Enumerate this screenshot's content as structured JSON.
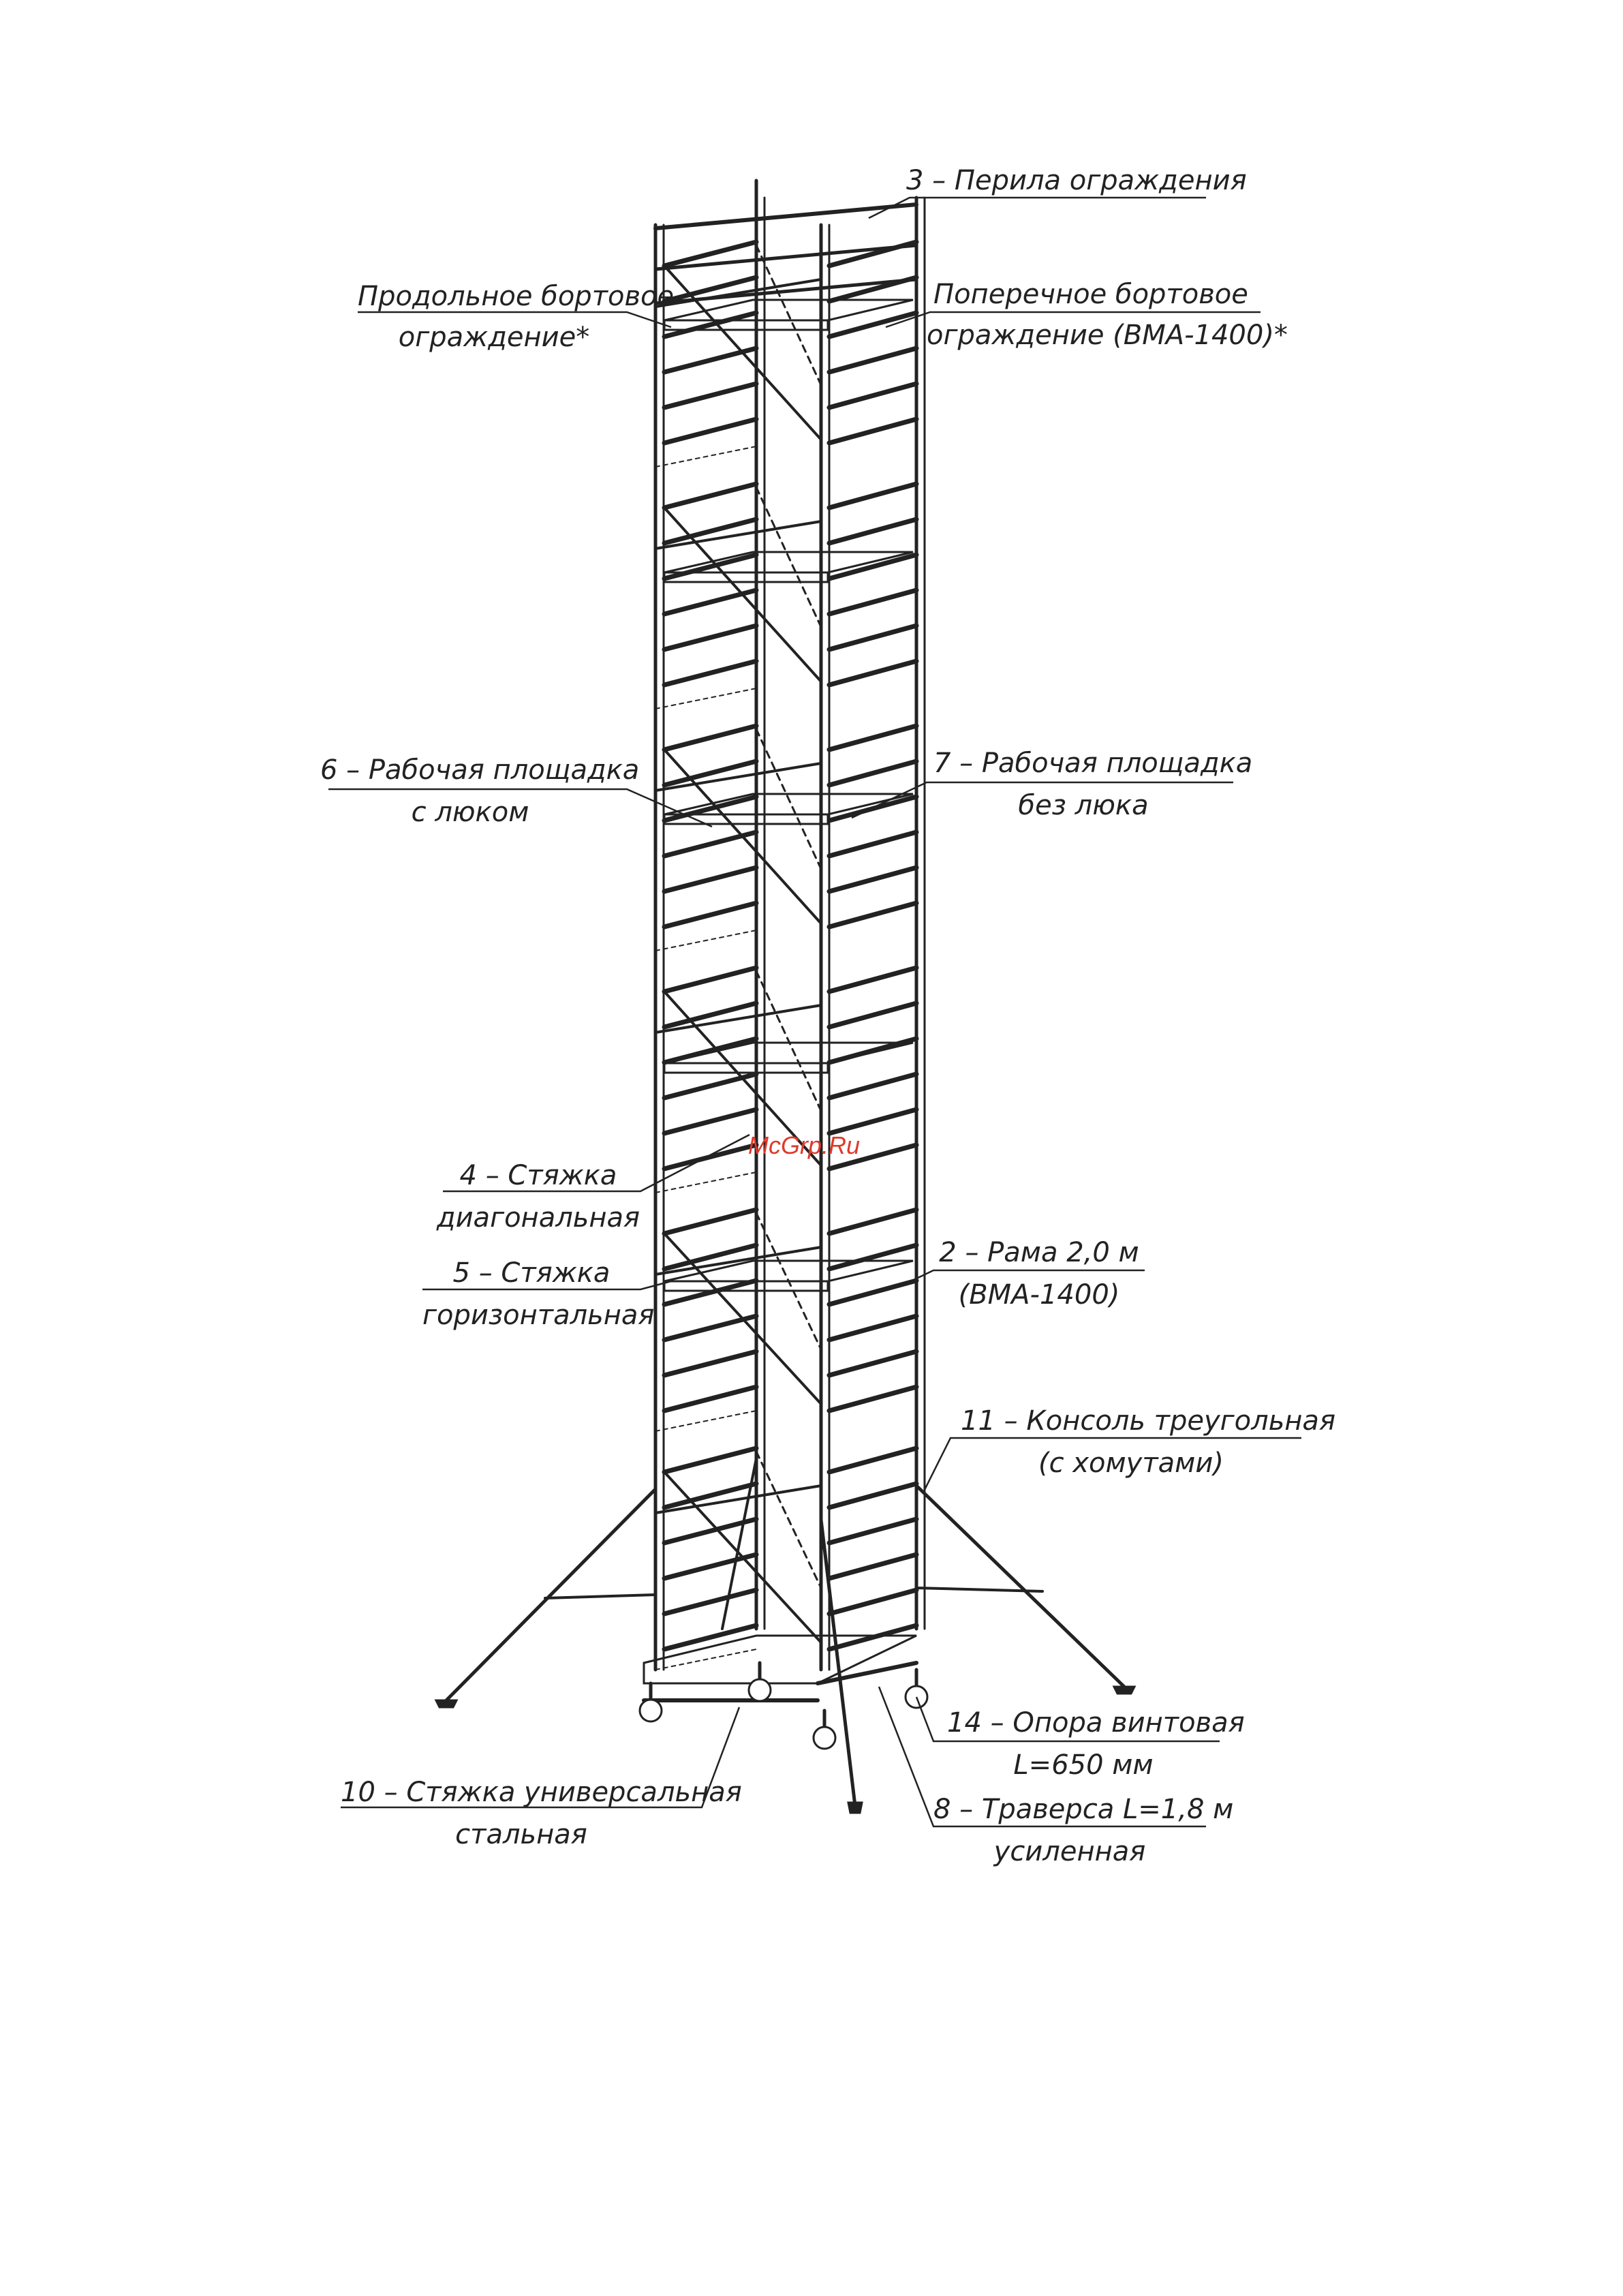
{
  "labels": {
    "item3": "3 – Перила ограждения",
    "longitudinal_l1": "Продольное бортовое",
    "longitudinal_l2": "ограждение*",
    "transverse_l1": "Поперечное бортовое",
    "transverse_l2": "ограждение (ВМА-1400)*",
    "item6_l1": "6 – Рабочая площадка",
    "item6_l2": "с люком",
    "item7_l1": "7 – Рабочая площадка",
    "item7_l2": "без люка",
    "item4_l1": "4 – Стяжка",
    "item4_l2": "диагональная",
    "item5_l1": "5 – Стяжка",
    "item5_l2": "горизонтальная",
    "item2_l1": "2 – Рама 2,0 м",
    "item2_l2": "(ВМА-1400)",
    "item11_l1": "11 – Консоль треугольная",
    "item11_l2": "(с хомутами)",
    "item14_l1": "14 – Опора винтовая",
    "item14_l2": "L=650 мм",
    "item10_l1": "10 – Стяжка универсальная",
    "item10_l2": "стальная",
    "item8_l1": "8 – Траверса L=1,8 м",
    "item8_l2": "усиленная"
  },
  "watermark": "McGrp.Ru",
  "colors": {
    "line": "#222222",
    "watermark": "#e0392b"
  }
}
